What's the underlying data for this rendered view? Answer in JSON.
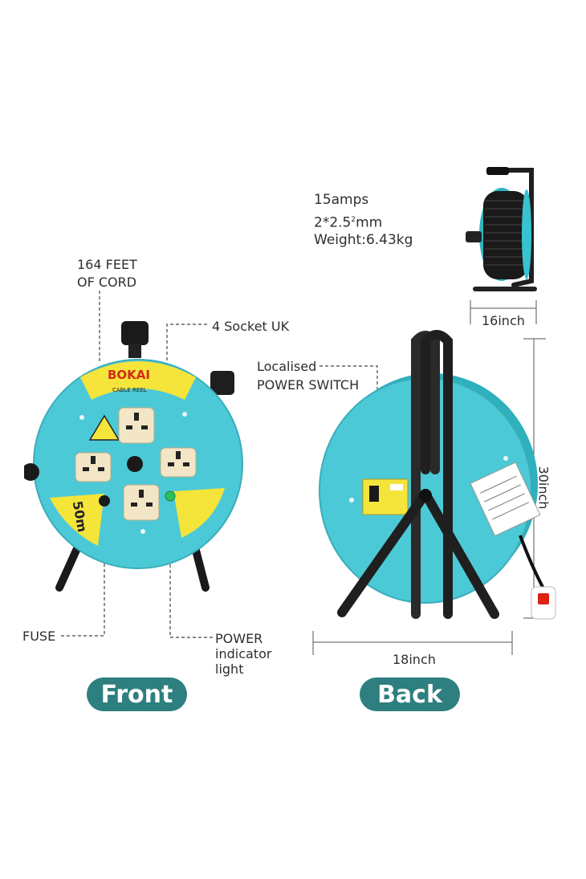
{
  "specs": {
    "current": "15amps",
    "size": "2*2.5",
    "size_sup": "2",
    "size_unit": "mm",
    "weight": "Weight:6.43kg"
  },
  "front": {
    "cord_length_line1": "164 FEET",
    "cord_length_line2": "OF CORD",
    "sockets": "4 Socket UK",
    "fuse": "FUSE",
    "power_line1": "POWER",
    "power_line2": "indicator",
    "power_line3": "light",
    "brand": "BOKAI",
    "product": "CABLE REEL",
    "length_badge": "50m",
    "view_label": "Front"
  },
  "back": {
    "switch_line1": "Localised",
    "switch_line2": "POWER SWITCH",
    "view_label": "Back"
  },
  "dimensions": {
    "side_width": "16inch",
    "height": "30inch",
    "width": "18inch"
  },
  "colors": {
    "reel": "#4cc9d6",
    "label_yellow": "#f5e43a",
    "pill": "#2e7f7f",
    "frame": "#2a2a2a"
  }
}
